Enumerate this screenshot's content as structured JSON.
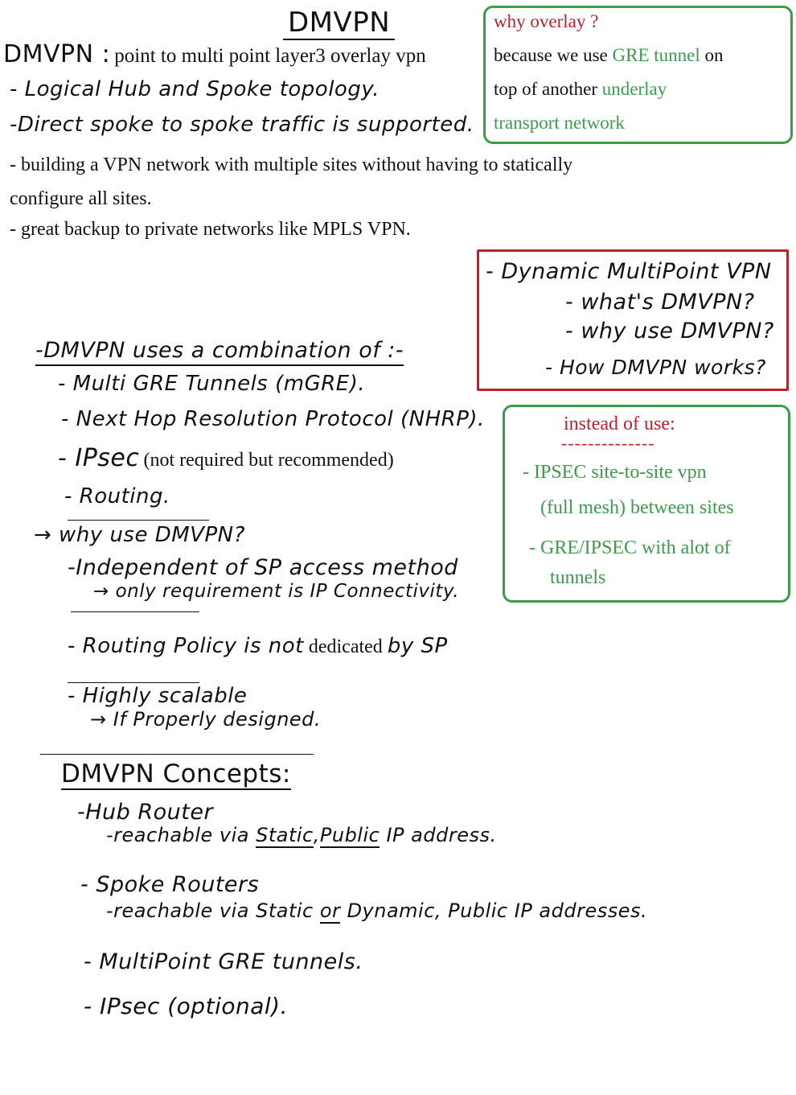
{
  "title": "DMVPN",
  "definition": {
    "term": "DMVPN :",
    "text": "point to multi point layer3 overlay vpn"
  },
  "intro_points": [
    "- Logical Hub and Spoke topology.",
    "-Direct spoke to spoke traffic is supported."
  ],
  "printed_points": {
    "line1": "- building a VPN network with multiple sites without having to statically",
    "line2": "configure all sites.",
    "line3": "- great backup to private networks like MPLS VPN."
  },
  "why_overlay_box": {
    "title": "why overlay ?",
    "line1_a": "because we use ",
    "line1_b": "GRE tunnel",
    "line1_c": " on",
    "line2_a": "top of another ",
    "line2_b": "underlay",
    "line3": "transport network"
  },
  "agenda_box": {
    "title": "- Dynamic MultiPoint VPN",
    "items": [
      "- what's DMVPN?",
      "- why use DMVPN?",
      "- How DMVPN works?"
    ]
  },
  "combination": {
    "heading": "-DMVPN uses a combination of :-",
    "items": [
      "- Multi GRE Tunnels (mGRE).",
      "- Next Hop Resolution Protocol (NHRP).",
      "- IPsec",
      "- Routing."
    ],
    "ipsec_note": "(not required but recommended)"
  },
  "instead_box": {
    "title": "instead of use:",
    "dashes": "--------------",
    "item1_line1": "- IPSEC site-to-site vpn",
    "item1_line2": "(full mesh) between sites",
    "item2_line1": "- GRE/IPSEC with alot of",
    "item2_line2": "tunnels"
  },
  "why_use": {
    "heading": "→ why use DMVPN?",
    "point1": "-Independent of SP access method",
    "point1_sub": "→ only requirement is IP Connectivity.",
    "point2_a": "- Routing Policy is not",
    "point2_b": " dedicated ",
    "point2_c": "by SP",
    "point3": "- Highly scalable",
    "point3_sub": "→ If Properly designed."
  },
  "concepts": {
    "heading": "DMVPN Concepts:",
    "hub": "-Hub Router",
    "hub_sub_a": "-reachable via ",
    "hub_sub_static": "Static",
    "hub_sub_comma": ",",
    "hub_sub_public": "Public",
    "hub_sub_end": " IP address.",
    "spoke": "- Spoke Routers",
    "spoke_sub_a": "-reachable via Static ",
    "spoke_sub_or": "or",
    "spoke_sub_end": " Dynamic, Public IP addresses.",
    "mgre": "- MultiPoint GRE tunnels.",
    "ipsec": "- IPsec (optional)."
  },
  "colors": {
    "green": "#3a9d4a",
    "red": "#c0202a"
  }
}
